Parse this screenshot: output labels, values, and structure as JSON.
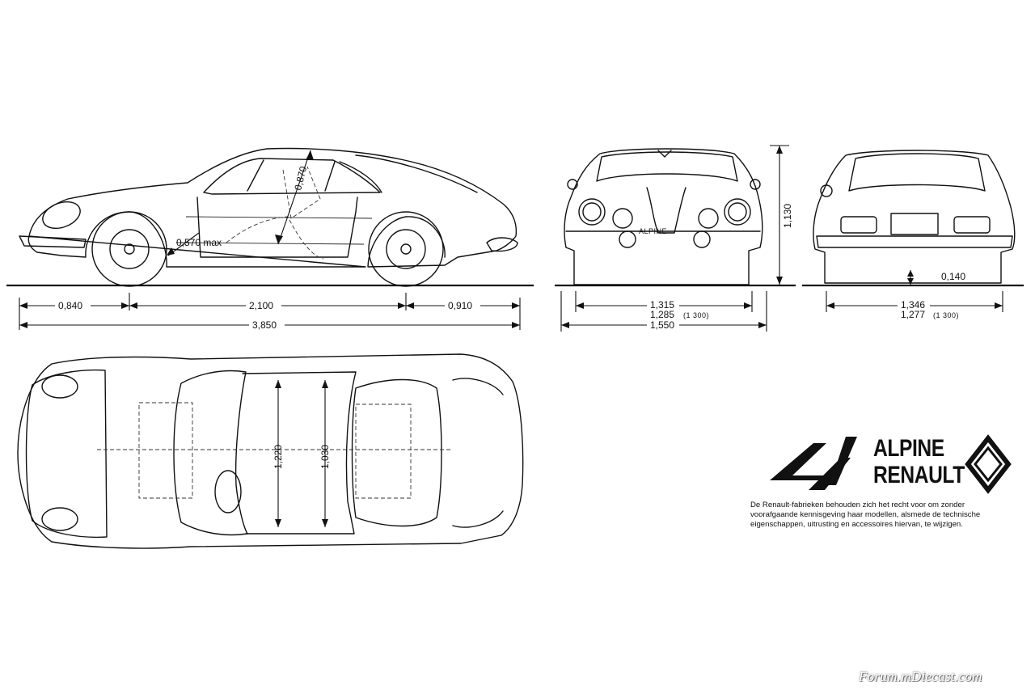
{
  "dimensions": {
    "front_overhang": "0,840",
    "wheelbase": "2,100",
    "rear_overhang": "0,910",
    "overall_length": "3,850",
    "headroom": "0,870",
    "legroom": "0,570 max",
    "overall_height": "1,130",
    "front_track": "1,315",
    "front_track_alt": "1,285",
    "front_track_alt_note": "(1 300)",
    "overall_width": "1,550",
    "ground_clearance": "0,140",
    "rear_track": "1,346",
    "rear_track_alt": "1,277",
    "rear_track_alt_note": "(1 300)",
    "interior_width_front": "1,220",
    "interior_width_rear": "1,030"
  },
  "badge_text": "ALPINE",
  "brand": {
    "line1": "ALPINE",
    "line2": "RENAULT"
  },
  "disclaimer": "De Renault-fabrieken behouden zich het recht voor om zonder voorafgaande kennisgeving haar modellen, alsmede de technische eigenschappen, uitrusting en accessoires hiervan, te wijzigen.",
  "watermark": "Forum.mDiecast.com"
}
